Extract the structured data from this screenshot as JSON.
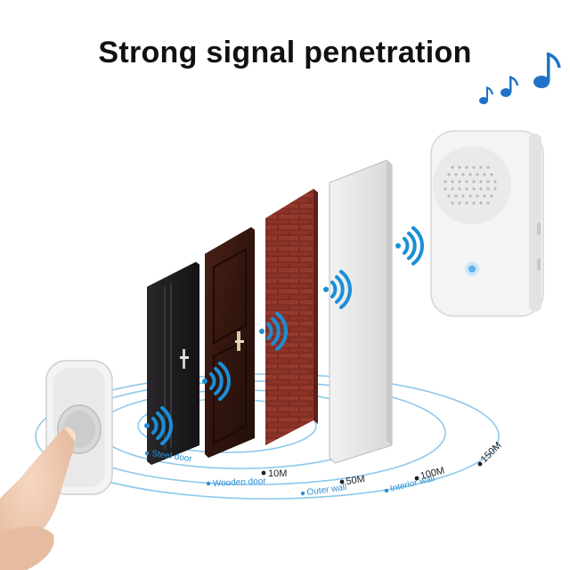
{
  "headline": "Strong signal penetration",
  "obstacles": [
    {
      "label": "Steel door"
    },
    {
      "label": "Wooden door"
    },
    {
      "label": "Outer wall"
    },
    {
      "label": "Interior wall"
    }
  ],
  "distances": [
    {
      "label": "10M"
    },
    {
      "label": "50M"
    },
    {
      "label": "100M"
    },
    {
      "label": "150M"
    }
  ],
  "colors": {
    "signal": "#1a8fd6",
    "ring": "#7fc3ec",
    "label": "#2a8fd0",
    "steel_door": "#1c1a1c",
    "wooden_door": "#3a1a12",
    "brick": "#7a2a22",
    "interior_wall": "#e4e4e4"
  }
}
